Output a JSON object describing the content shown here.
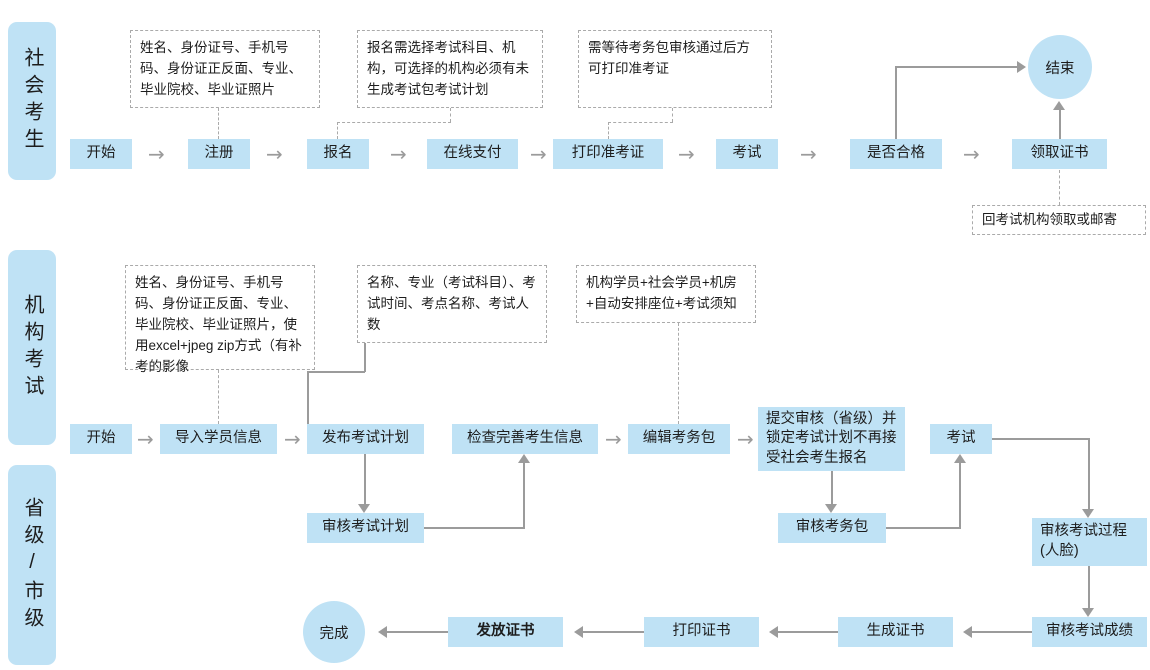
{
  "lanes": [
    {
      "label": "社会考生"
    },
    {
      "label": "机构考试"
    },
    {
      "label": "省级/市级"
    }
  ],
  "row1": {
    "nodes": [
      {
        "label": "开始"
      },
      {
        "label": "注册"
      },
      {
        "label": "报名"
      },
      {
        "label": "在线支付"
      },
      {
        "label": "打印准考证"
      },
      {
        "label": "考试"
      },
      {
        "label": "是否合格"
      },
      {
        "label": "领取证书"
      }
    ],
    "end_circle": "结束",
    "notes": [
      {
        "label": "姓名、身份证号、手机号码、身份证正反面、专业、毕业院校、毕业证照片"
      },
      {
        "label": "报名需选择考试科目、机构，可选择的机构必须有未生成考试包考试计划"
      },
      {
        "label": "需等待考务包审核通过后方可打印准考证"
      },
      {
        "label": "回考试机构领取或邮寄"
      }
    ]
  },
  "row2": {
    "nodes": [
      {
        "label": "开始"
      },
      {
        "label": "导入学员信息"
      },
      {
        "label": "发布考试计划"
      },
      {
        "label": "检查完善考生信息"
      },
      {
        "label": "编辑考务包"
      },
      {
        "label": "提交审核（省级）并锁定考试计划不再接受社会考生报名"
      },
      {
        "label": "考试"
      }
    ],
    "notes": [
      {
        "label": "姓名、身份证号、手机号码、身份证正反面、专业、毕业院校、毕业证照片，使用excel+jpeg zip方式（有补考的影像"
      },
      {
        "label": "名称、专业（考试科目）、考试时间、考点名称、考试人数"
      },
      {
        "label": "机构学员+社会学员+机房+自动安排座位+考试须知"
      }
    ]
  },
  "row3": {
    "nodes": [
      {
        "label": "审核考试计划"
      },
      {
        "label": "审核考务包"
      },
      {
        "label": "审核考试过程(人脸)"
      },
      {
        "label": "审核考试成绩"
      },
      {
        "label": "生成证书"
      },
      {
        "label": "打印证书"
      },
      {
        "label": "发放证书"
      }
    ],
    "done_circle": "完成"
  },
  "colors": {
    "node_fill": "#bfe2f5",
    "connector": "#9b9b9b",
    "note_border": "#aaaaaa",
    "text": "#1d1d1d"
  },
  "icons": {
    "arrow_right": "→"
  }
}
